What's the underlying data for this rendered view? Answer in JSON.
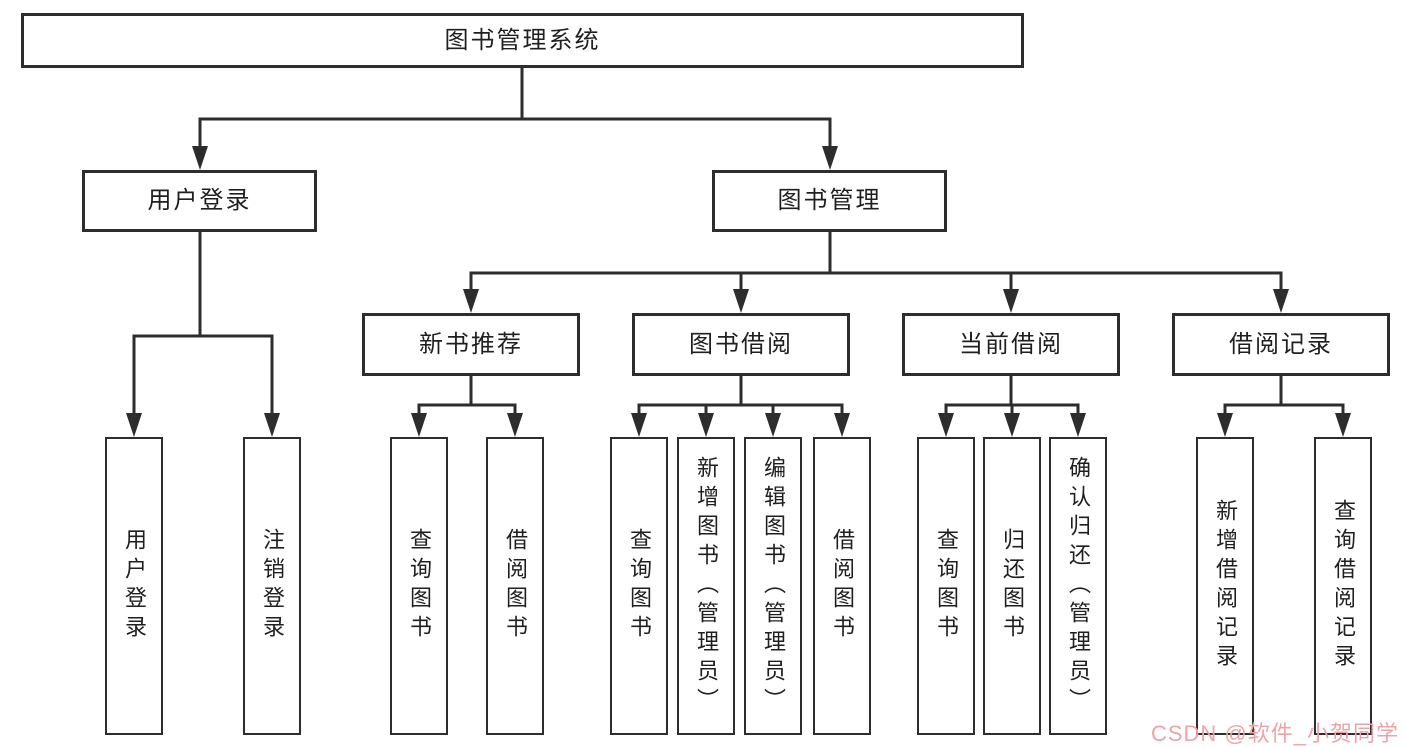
{
  "tree": {
    "label": "图书管理系统",
    "children": [
      {
        "label": "用户登录",
        "children": [
          {
            "label": "用户登录"
          },
          {
            "label": "注销登录"
          }
        ]
      },
      {
        "label": "图书管理",
        "children": [
          {
            "label": "新书推荐",
            "children": [
              {
                "label": "查询图书"
              },
              {
                "label": "借阅图书"
              }
            ]
          },
          {
            "label": "图书借阅",
            "children": [
              {
                "label": "查询图书"
              },
              {
                "label": "新增图书（管理员）"
              },
              {
                "label": "编辑图书（管理员）"
              },
              {
                "label": "借阅图书"
              }
            ]
          },
          {
            "label": "当前借阅",
            "children": [
              {
                "label": "查询图书"
              },
              {
                "label": "归还图书"
              },
              {
                "label": "确认归还（管理员）"
              }
            ]
          },
          {
            "label": "借阅记录",
            "children": [
              {
                "label": "新增借阅记录"
              },
              {
                "label": "查询借阅记录"
              }
            ]
          }
        ]
      }
    ]
  },
  "watermark": {
    "text": "CSDN @软件_小贺同学",
    "color": "#EDA3A8"
  },
  "colors": {
    "line": "#2D2D2D",
    "text": "#1F1F1F",
    "background": "#FFFFFF"
  }
}
